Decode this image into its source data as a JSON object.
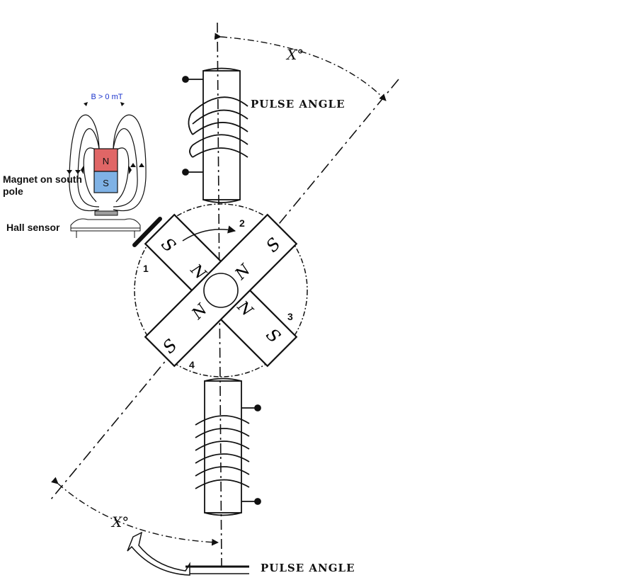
{
  "labels": {
    "pulse_angle_top": "PULSE ANGLE",
    "pulse_angle_bottom": "PULSE ANGLE",
    "angle_top": "X°",
    "angle_bottom": "X°",
    "field_label": "B > 0 mT",
    "magnet_label_line1": "Magnet on south",
    "magnet_label_line2": "pole",
    "hall_sensor_label": "Hall sensor",
    "magnet_north": "N",
    "magnet_south": "S"
  },
  "rotor": {
    "arm_numbers": [
      "1",
      "2",
      "3",
      "4"
    ],
    "outer_poles": [
      "S",
      "S",
      "S",
      "S"
    ],
    "inner_poles": [
      "N",
      "N",
      "N",
      "N"
    ]
  },
  "colors": {
    "line": "#111111",
    "magnet_north": "#e06666",
    "magnet_south": "#7fb2e5",
    "field_label": "#1a33cc"
  }
}
